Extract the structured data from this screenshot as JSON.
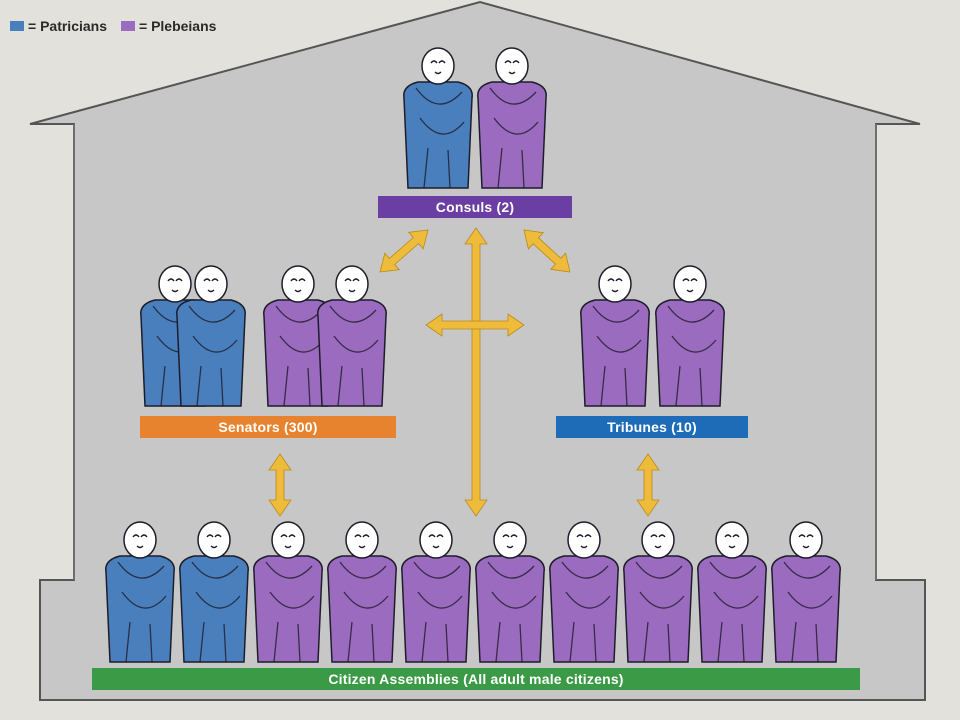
{
  "legend": {
    "items": [
      {
        "label": "= Patricians",
        "color": "#4a7fbd"
      },
      {
        "label": "= Plebeians",
        "color": "#9b6bbf"
      }
    ]
  },
  "colors": {
    "patrician": "#4a7fbd",
    "plebeian": "#9b6bbf",
    "arrow": "#eebb3a",
    "building_fill": "#c7c7c7",
    "building_stroke": "#555555"
  },
  "nodes": {
    "consuls": {
      "label": "Consuls (2)",
      "color": "#6a3ea3",
      "patricians": 1,
      "plebeians": 1
    },
    "senators": {
      "label": "Senators (300)",
      "color": "#e7832f",
      "patricians": 2,
      "plebeians": 2
    },
    "tribunes": {
      "label": "Tribunes (10)",
      "color": "#1e6cb8",
      "patricians": 0,
      "plebeians": 2
    },
    "assemblies": {
      "label": "Citizen Assemblies (All adult male citizens)",
      "color": "#3b9a45",
      "patricians": 2,
      "plebeians": 8
    }
  },
  "edges": [
    {
      "from": "consuls",
      "to": "senators",
      "direction": "both"
    },
    {
      "from": "consuls",
      "to": "tribunes",
      "direction": "both"
    },
    {
      "from": "consuls",
      "to": "assemblies",
      "direction": "both"
    },
    {
      "from": "senators",
      "to": "tribunes",
      "direction": "both"
    },
    {
      "from": "senators",
      "to": "assemblies",
      "direction": "both"
    },
    {
      "from": "tribunes",
      "to": "assemblies",
      "direction": "both"
    }
  ]
}
